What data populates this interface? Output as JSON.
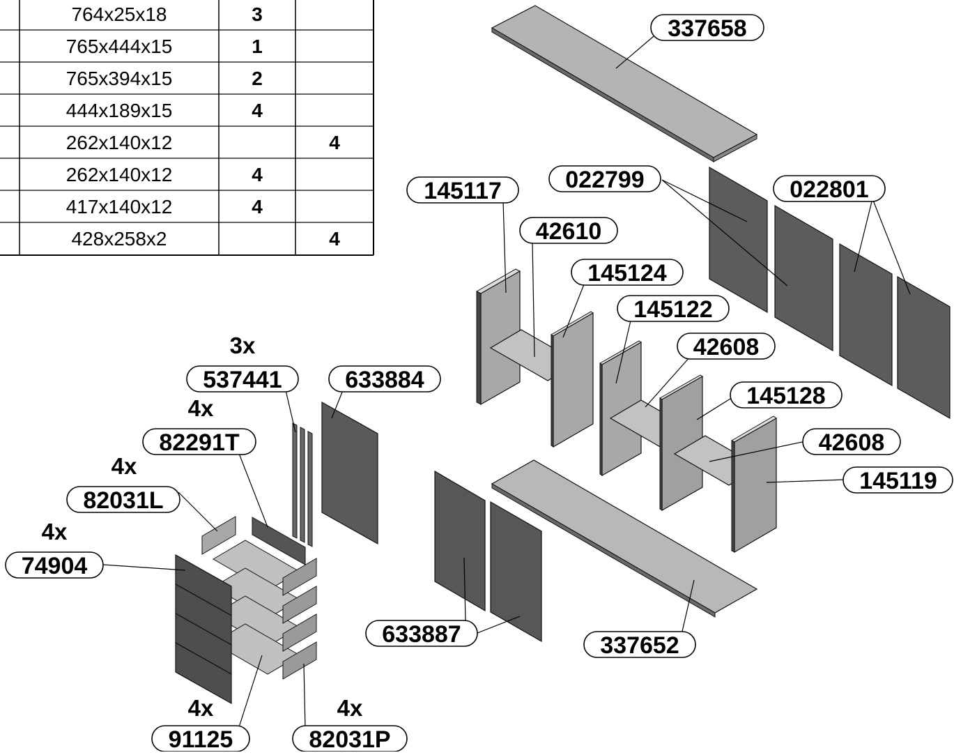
{
  "parts_table": {
    "rows": [
      {
        "dims": "764x25x18",
        "qty_a": "3",
        "qty_b": ""
      },
      {
        "dims": "765x444x15",
        "qty_a": "1",
        "qty_b": ""
      },
      {
        "dims": "765x394x15",
        "qty_a": "2",
        "qty_b": ""
      },
      {
        "dims": "444x189x15",
        "qty_a": "4",
        "qty_b": ""
      },
      {
        "dims": "262x140x12",
        "qty_a": "",
        "qty_b": "4"
      },
      {
        "dims": "262x140x12",
        "qty_a": "4",
        "qty_b": ""
      },
      {
        "dims": "417x140x12",
        "qty_a": "4",
        "qty_b": ""
      },
      {
        "dims": "428x258x2",
        "qty_a": "",
        "qty_b": "4"
      }
    ]
  },
  "part_labels": {
    "p337658": "337658",
    "p145117": "145117",
    "p022799": "022799",
    "p022801": "022801",
    "p42610": "42610",
    "p145124": "145124",
    "p145122": "145122",
    "p42608_a": "42608",
    "p145128": "145128",
    "p42608_b": "42608",
    "p145119": "145119",
    "p537441": "537441",
    "p633884": "633884",
    "p82291T": "82291T",
    "p82031L": "82031L",
    "p74904": "74904",
    "p633887": "633887",
    "p337652": "337652",
    "p91125": "91125",
    "p82031P": "82031P"
  },
  "multipliers": {
    "m537441": "3x",
    "m82291T": "4x",
    "m82031L": "4x",
    "m74904": "4x",
    "m91125": "4x",
    "m82031P": "4x"
  },
  "colors": {
    "panel_light": "#b4b4b4",
    "panel_mid": "#8a8a8a",
    "panel_dark": "#5a5a5a",
    "outline": "#111111"
  }
}
